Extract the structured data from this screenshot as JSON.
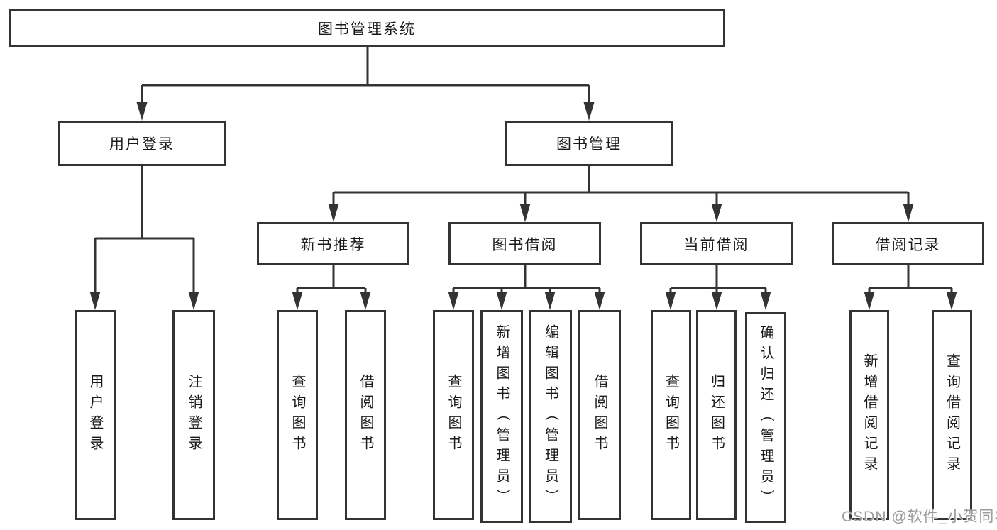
{
  "tree": {
    "root": "图书管理系统",
    "login": {
      "label": "用户登录",
      "children": [
        "用户登录",
        "注销登录"
      ]
    },
    "management": {
      "label": "图书管理",
      "sections": [
        {
          "label": "新书推荐",
          "children": [
            "查询图书",
            "借阅图书"
          ]
        },
        {
          "label": "图书借阅",
          "children": [
            "查询图书",
            "新增图书（管理员）",
            "编辑图书（管理员）",
            "借阅图书"
          ]
        },
        {
          "label": "当前借阅",
          "children": [
            "查询图书",
            "归还图书",
            "确认归还（管理员）"
          ]
        },
        {
          "label": "借阅记录",
          "children": [
            "新增借阅记录",
            "查询借阅记录"
          ]
        }
      ]
    }
  },
  "watermark": "CSDN @软件_小贺同学",
  "colors": {
    "line": "#333333",
    "box_border": "#333333",
    "box_fill": "#ffffff",
    "text": "#1a1a1a",
    "watermark": "#9b9b9b"
  }
}
